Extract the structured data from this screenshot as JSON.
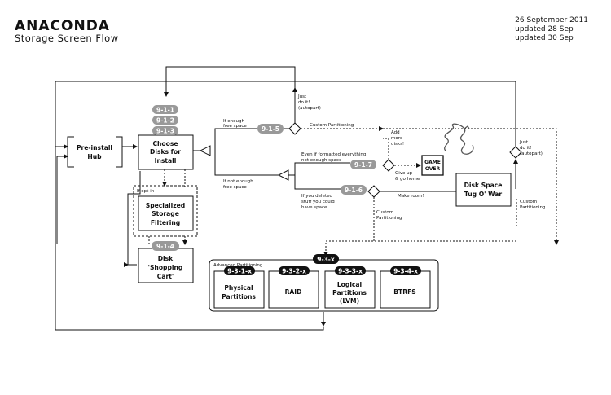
{
  "header": {
    "title": "ANACONDA",
    "subtitle": "Storage Screen Flow",
    "dates": [
      "26 September 2011",
      "updated 28 Sep",
      "updated 30 Sep"
    ]
  },
  "nodes": {
    "hub": [
      "Pre-install",
      "Hub"
    ],
    "choose": [
      "Choose",
      "Disks for",
      "Install"
    ],
    "specialized": [
      "Specialized",
      "Storage",
      "Filtering"
    ],
    "cart": [
      "Disk",
      "'Shopping",
      "Cart'"
    ],
    "tugowar": [
      "Disk Space",
      "Tug O' War"
    ],
    "gameover": [
      "GAME",
      "OVER"
    ]
  },
  "pills": {
    "p911": "9-1-1",
    "p912": "9-1-2",
    "p913": "9-1-3",
    "p914": "9-1-4",
    "p915": "9-1-5",
    "p916": "9-1-6",
    "p917": "9-1-7",
    "p93x": "9-3-x",
    "p931x": "9-3-1-x",
    "p932x": "9-3-2-x",
    "p933x": "9-3-3-x",
    "p934x": "9-3-4-x"
  },
  "advanced": {
    "label": "Advanced Partitioning",
    "physical": [
      "Physical",
      "Partitions"
    ],
    "raid": [
      "RAID"
    ],
    "logical": [
      "Logical",
      "Partitions",
      "(LVM)"
    ],
    "btrfs": [
      "BTRFS"
    ]
  },
  "notes": {
    "if_opt_in": "If opt-in",
    "just_do_it_top": [
      "Just",
      "do it!",
      "(autopart)"
    ],
    "just_do_it_right": [
      "Just",
      "do it!",
      "(autopart)"
    ],
    "if_enough": [
      "If enough",
      "free space"
    ],
    "custom_top": "Custom Partitioning",
    "add_more_disks": [
      "Add",
      "more",
      "disks!"
    ],
    "even_if_formatted": [
      "Even if formatted everything,",
      "not enough space"
    ],
    "give_up": [
      "Give up",
      "& go home"
    ],
    "if_not_enough": [
      "If not enough",
      "free space"
    ],
    "if_you_deleted": [
      "If you deleted",
      "stuff you could",
      "have space"
    ],
    "make_room": "Make room!",
    "custom_mid": [
      "Custom",
      "Partitioning"
    ],
    "custom_right": [
      "Custom",
      "Partitioning"
    ]
  }
}
